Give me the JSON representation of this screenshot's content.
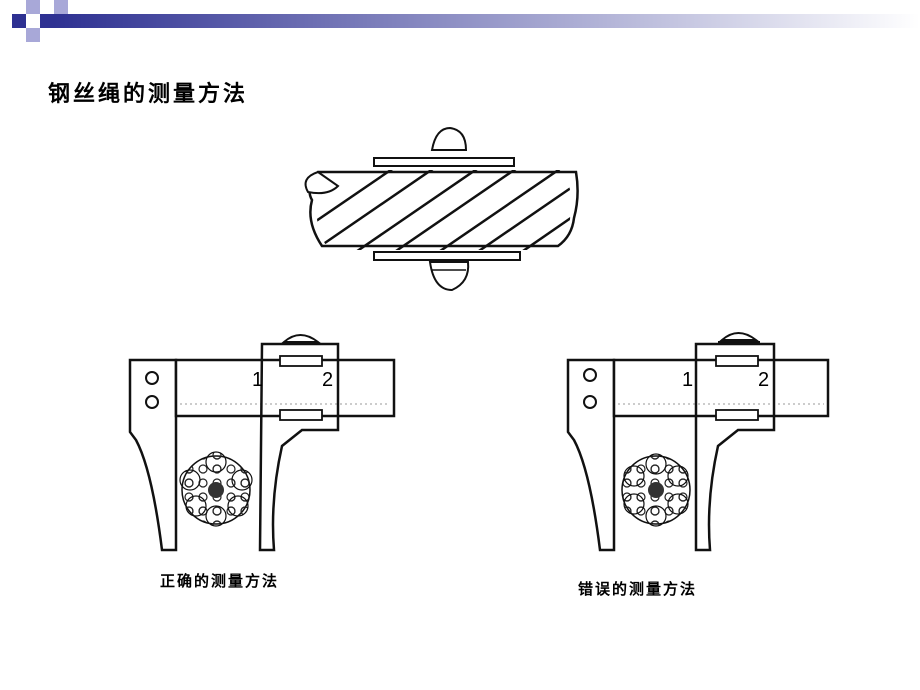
{
  "slide": {
    "title": "钢丝绳的测量方法",
    "correct_caption": "正确的测量方法",
    "wrong_caption": "错误的测量方法"
  },
  "caliper": {
    "mark_1": "1",
    "mark_2": "2"
  },
  "colors": {
    "header_bar": "#2e3192",
    "header_squares": "#2e3192",
    "header_squares_light": "#a8a8d8"
  }
}
